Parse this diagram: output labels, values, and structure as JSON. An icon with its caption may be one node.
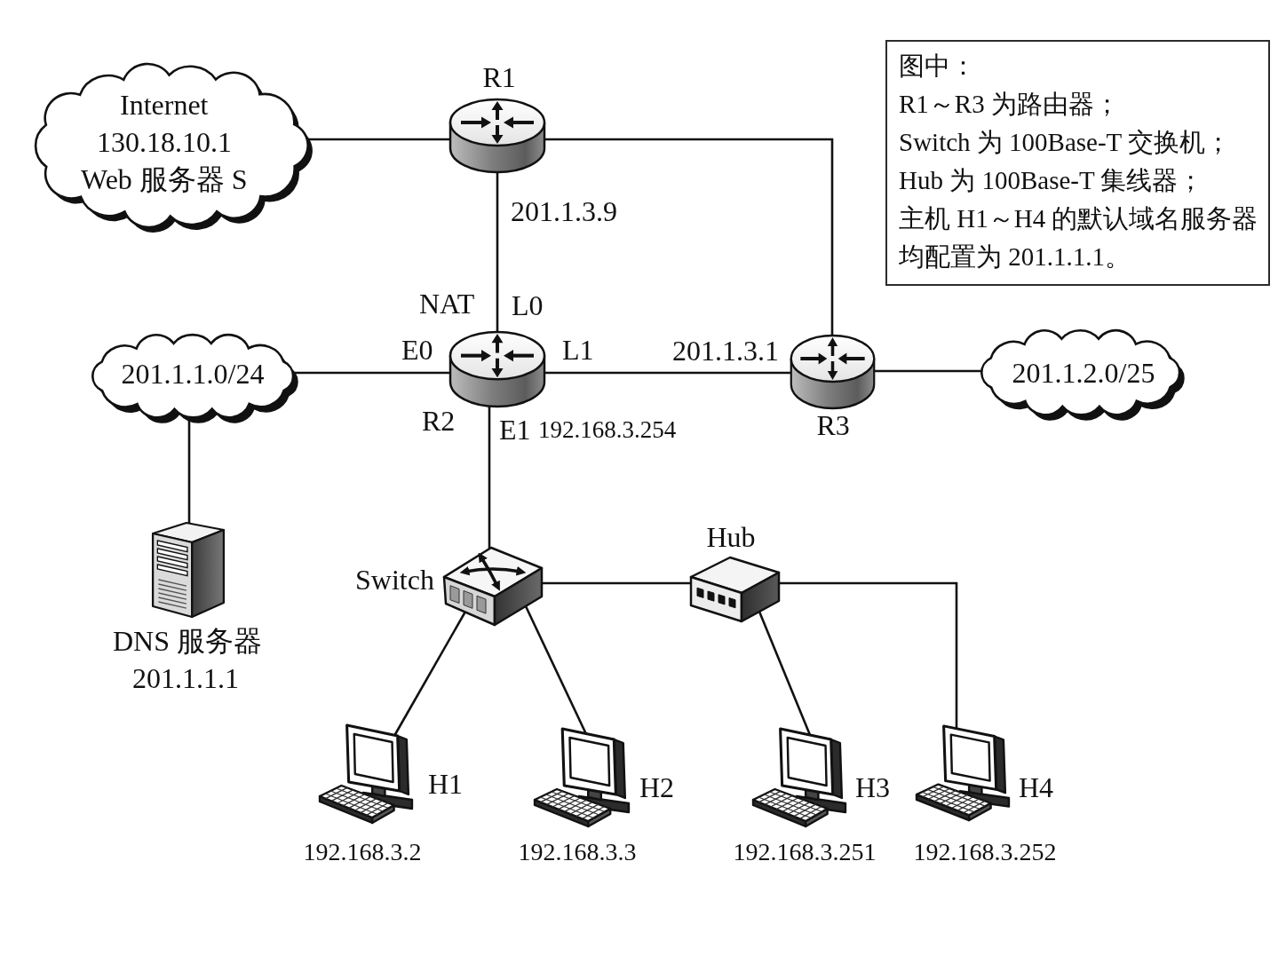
{
  "diagram": {
    "nodes": [
      {
        "text": [
          "Internet",
          "130.18.10.1",
          "Web 服务器 S"
        ]
      },
      {
        "text": [
          "R1"
        ]
      },
      {
        "text": [
          "图中：",
          "R1～R3 为路由器；",
          "Switch 为 100Base-T 交换机；",
          "Hub 为 100Base-T 集线器；",
          "主机 H1～H4 的默认域名服务器均配置为 201.1.1.1。"
        ]
      },
      {
        "text": [
          "201.1.1.0/24"
        ]
      },
      {
        "text": [
          "R2"
        ]
      },
      {
        "text": [
          "R3"
        ]
      },
      {
        "text": [
          "201.1.2.0/25"
        ]
      },
      {
        "text": [
          "DNS 服务器",
          "201.1.1.1"
        ]
      },
      {
        "text": [
          "Switch"
        ]
      },
      {
        "text": [
          "Hub"
        ]
      },
      {
        "text": [
          "H1",
          "192.168.3.2"
        ]
      },
      {
        "text": [
          "H2",
          "192.168.3.3"
        ]
      },
      {
        "text": [
          "H3",
          "192.168.3.251"
        ]
      },
      {
        "text": [
          "H4",
          "192.168.3.252"
        ]
      }
    ],
    "edges": [
      {
        "from": 0,
        "to": 1,
        "arrow": "none"
      },
      {
        "from": 1,
        "to": 4,
        "arrow": "none",
        "label": "201.1.3.9"
      },
      {
        "from": 1,
        "to": 5,
        "arrow": "none"
      },
      {
        "from": 3,
        "to": 4,
        "arrow": "none"
      },
      {
        "from": 4,
        "to": 5,
        "arrow": "none",
        "label": "201.1.3.1"
      },
      {
        "from": 5,
        "to": 6,
        "arrow": "none"
      },
      {
        "from": 3,
        "to": 7,
        "arrow": "none"
      },
      {
        "from": 4,
        "to": 8,
        "arrow": "none"
      },
      {
        "from": 8,
        "to": 9,
        "arrow": "none"
      },
      {
        "from": 8,
        "to": 10,
        "arrow": "none"
      },
      {
        "from": 8,
        "to": 11,
        "arrow": "none"
      },
      {
        "from": 9,
        "to": 12,
        "arrow": "none"
      },
      {
        "from": 9,
        "to": 13,
        "arrow": "none"
      }
    ],
    "labels": [
      "NAT",
      "L0",
      "E0",
      "L1",
      "E1",
      "192.168.3.254"
    ]
  }
}
